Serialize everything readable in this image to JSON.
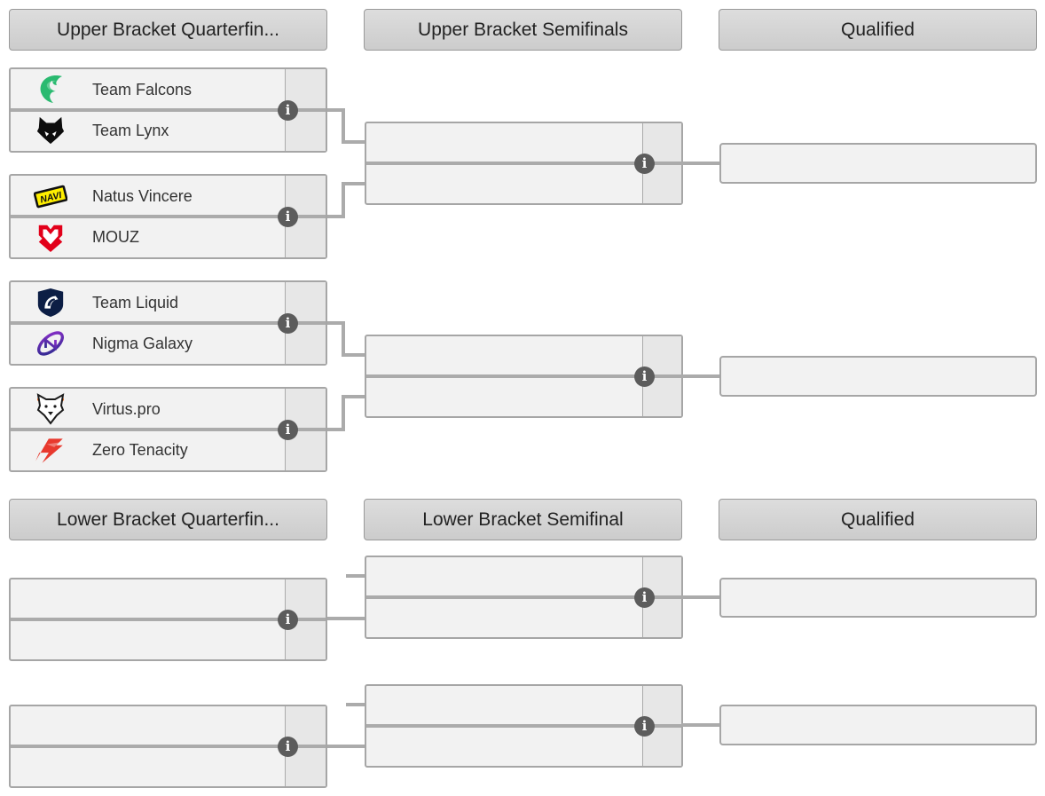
{
  "ui": {
    "info_glyph": "i"
  },
  "colors": {
    "connector_gray": "#ababab",
    "box_background": "#f2f2f2",
    "score_cell_background": "#e7e7e7",
    "header_background": "#d6d6d6",
    "info_badge_gray": "#5c5c5c",
    "falcons_green": "#2aba70",
    "navi_yellow": "#ffef00",
    "mouz_red": "#e2001a",
    "liquid_navy": "#0c1e45",
    "nigma_purple": "#8b2fc9",
    "virtuspro_orange": "#ff5c00",
    "zero_tenacity_red": "#e8392e"
  },
  "upper_bracket": {
    "round1_header": "Upper Bracket Quarterfin...",
    "round2_header": "Upper Bracket Semifinals",
    "qualified_header": "Qualified",
    "matches": [
      {
        "team1": "Team Falcons",
        "team1_icon": "team-falcons-logo",
        "score1": "",
        "team2": "Team Lynx",
        "team2_icon": "team-lynx-logo",
        "score2": ""
      },
      {
        "team1": "Natus Vincere",
        "team1_icon": "natus-vincere-logo",
        "score1": "",
        "team2": "MOUZ",
        "team2_icon": "mouz-logo",
        "score2": ""
      },
      {
        "team1": "Team Liquid",
        "team1_icon": "team-liquid-logo",
        "score1": "",
        "team2": "Nigma Galaxy",
        "team2_icon": "nigma-galaxy-logo",
        "score2": ""
      },
      {
        "team1": "Virtus.pro",
        "team1_icon": "virtus-pro-logo",
        "score1": "",
        "team2": "Zero Tenacity",
        "team2_icon": "zero-tenacity-logo",
        "score2": ""
      }
    ],
    "semifinal_slots": [
      "",
      "",
      "",
      ""
    ],
    "qualified_slots": [
      "",
      ""
    ]
  },
  "lower_bracket": {
    "round1_header": "Lower Bracket Quarterfin...",
    "round2_header": "Lower Bracket Semifinal",
    "qualified_header": "Qualified",
    "quarterfinal_slots": [
      "",
      "",
      "",
      ""
    ],
    "semifinal_slots": [
      "",
      "",
      "",
      ""
    ],
    "qualified_slots": [
      "",
      ""
    ]
  },
  "logo_text": {
    "navi": "NAVI"
  }
}
